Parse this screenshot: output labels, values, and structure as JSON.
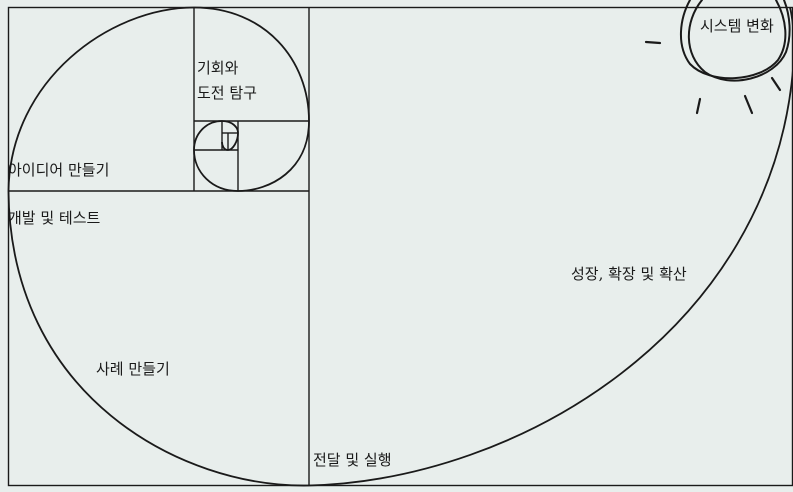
{
  "colors": {
    "background": "#e8eeec",
    "line": "#1a1a1a"
  },
  "stages": [
    {
      "id": "opportunity",
      "label": "기회와\n도전 탐구"
    },
    {
      "id": "ideas",
      "label": "아이디어 만들기"
    },
    {
      "id": "develop",
      "label": "개발 및 테스트"
    },
    {
      "id": "case",
      "label": "사례 만들기"
    },
    {
      "id": "deliver",
      "label": "전달 및 실행"
    },
    {
      "id": "scale",
      "label": "성장, 확장 및 확산"
    },
    {
      "id": "system",
      "label": "시스템 변화"
    }
  ]
}
